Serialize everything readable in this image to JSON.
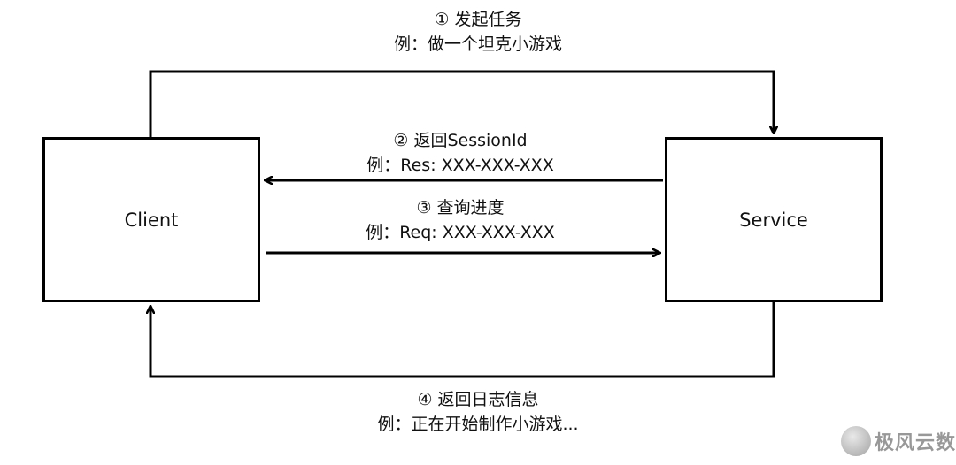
{
  "nodes": {
    "client": {
      "label": "Client"
    },
    "service": {
      "label": "Service"
    }
  },
  "edges": [
    {
      "step": "① 发起任务",
      "example": "例：做一个坦克小游戏"
    },
    {
      "step": "② 返回SessionId",
      "example": "例：Res: XXX-XXX-XXX"
    },
    {
      "step": "③ 查询进度",
      "example": "例：Req: XXX-XXX-XXX"
    },
    {
      "step": "④ 返回日志信息",
      "example": "例：正在开始制作小游戏..."
    }
  ],
  "watermark": {
    "text": "极风云数"
  },
  "colors": {
    "stroke": "#000000",
    "background": "#ffffff"
  }
}
